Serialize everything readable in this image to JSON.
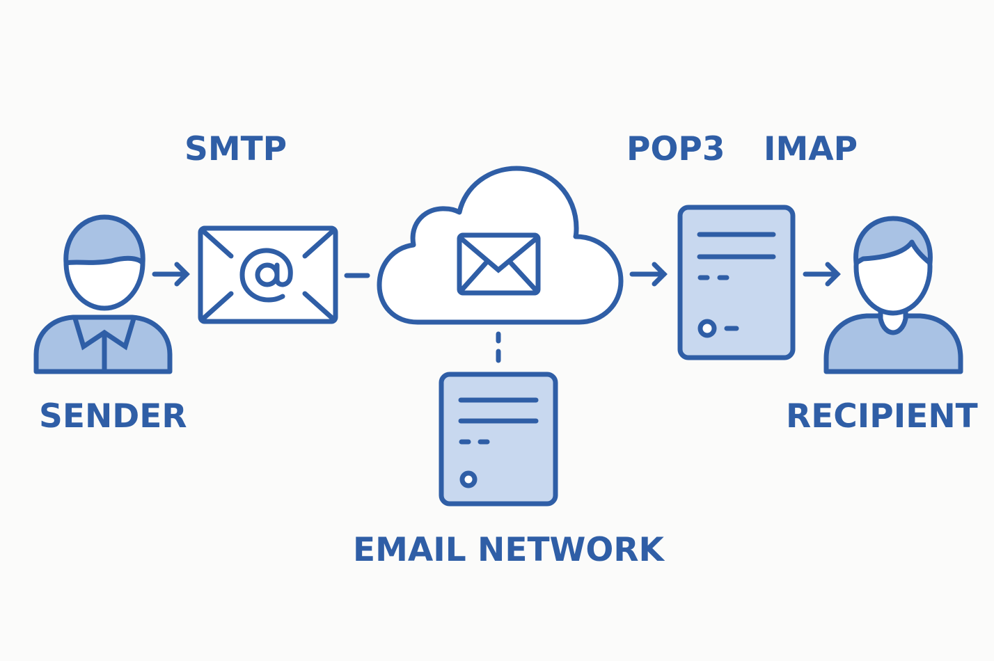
{
  "labels": {
    "smtp": "SMTP",
    "pop3": "POP3",
    "imap": "IMAP",
    "sender": "SENDER",
    "recipient": "RECIPIENT",
    "email_network": "EMAIL NETWORK"
  },
  "colors": {
    "primary": "#2f5ea6",
    "light_fill": "#c8d8ef",
    "person_fill": "#a9c2e4",
    "background": "#fbfbfa"
  }
}
